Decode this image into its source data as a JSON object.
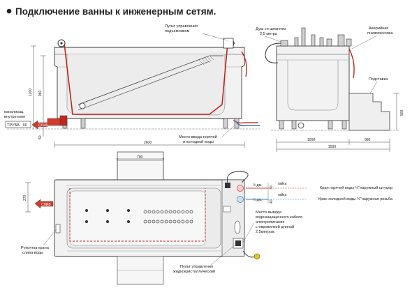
{
  "title": "Подключение ванны к инженерным сетям.",
  "labels": {
    "control_lift": [
      "Пульт управления",
      "подъемником"
    ],
    "shower": [
      "Душ со шлангом",
      "2,5 метра"
    ],
    "emergency": [
      "Аварийная",
      "пневмокнопка"
    ],
    "stand": "Подставка",
    "sewer": [
      "канализац.",
      "внутренняя"
    ],
    "pipe": "ТРУБА",
    "pipe_size": "50",
    "inlet": [
      "Место ввода горячей",
      "и холодной воды"
    ],
    "drain_handle": [
      "Рукоятка крана",
      "слива воды"
    ],
    "panel": [
      "Пульт управления",
      "жидкокристаллический"
    ],
    "cable": [
      "Место вывода",
      "водозащищенного кабеля",
      "электропитания",
      "с евровилкой длиной",
      "2,5метров."
    ],
    "hot_tap": "Кран горячей воды  ½\"наружный штуцер",
    "cold_tap": "Кран холодной воды  ½\"наружная резьба",
    "nut": "гайка",
    "half_in": "½ дм.",
    "flow_arrow": "СЛИВ"
  },
  "dimensions": {
    "d1200": "1200",
    "d960": "960",
    "d50": "50",
    "d2600": "2600",
    "d1000": "1000",
    "d960b": "960",
    "d1500": "1500",
    "d500": "500",
    "d700": "700",
    "d270": "270",
    "d30": "30",
    "d40": "40"
  },
  "colors": {
    "line": "#3a3a3a",
    "body_fill": "#f2f2f2",
    "cable": "#c0261e",
    "hot": "#d23a2c",
    "cold": "#2f7fc1"
  }
}
